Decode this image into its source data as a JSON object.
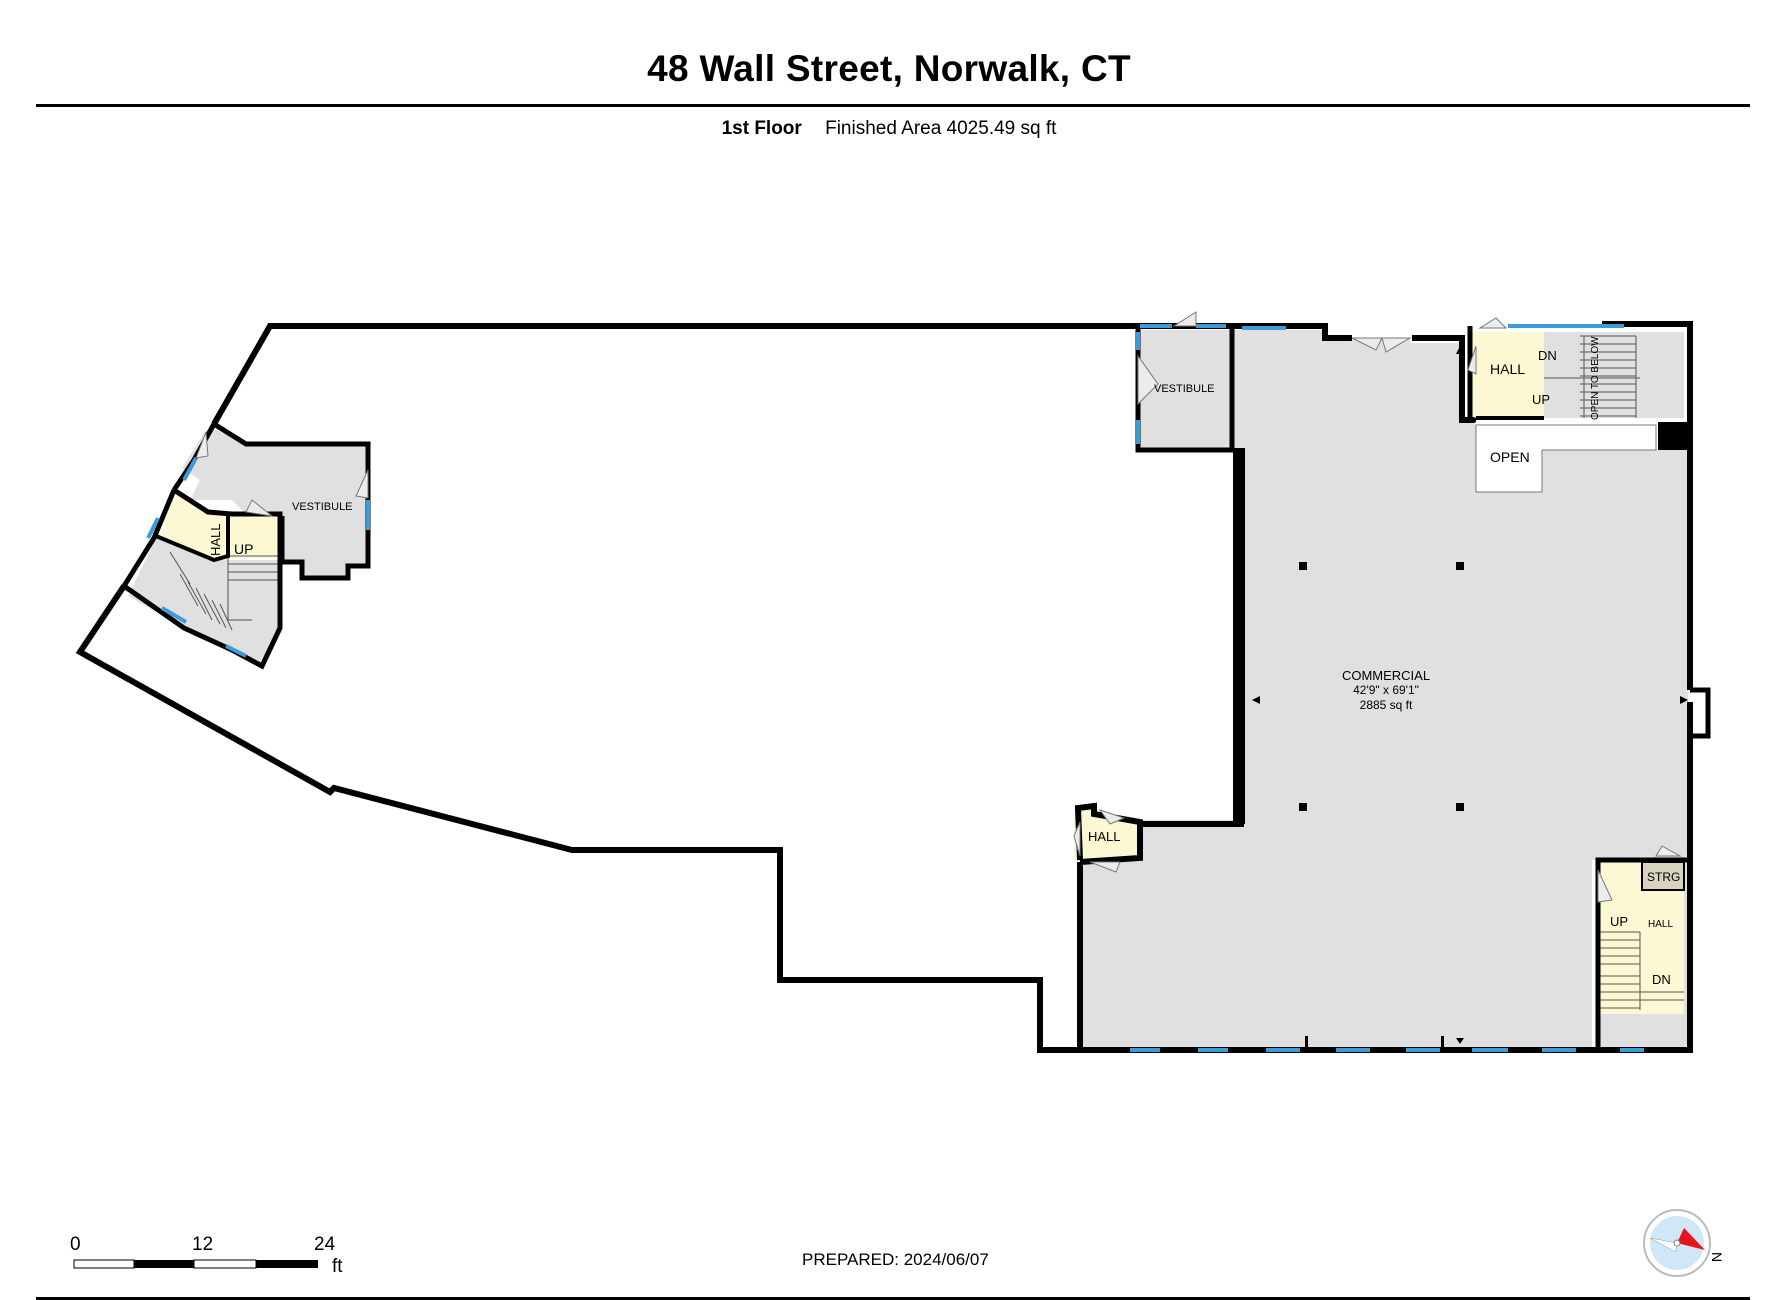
{
  "header": {
    "title": "48 Wall Street, Norwalk, CT",
    "floor_label": "1st Floor",
    "area_label": "Finished Area 4025.49 sq ft"
  },
  "rooms": {
    "vestibule_left": "VESTIBULE",
    "hall_left": "HALL",
    "up_left": "UP",
    "vestibule_top": "VESTIBULE",
    "hall_top": "HALL",
    "dn_top": "DN",
    "up_top": "UP",
    "open_to_below": "OPEN TO BELOW",
    "open": "OPEN",
    "commercial_name": "COMMERCIAL",
    "commercial_dims": "42'9\" x 69'1\"",
    "commercial_area": "2885 sq ft",
    "hall_mid": "HALL",
    "strg": "STRG",
    "up_right": "UP",
    "hall_right": "HALL",
    "dn_right": "DN"
  },
  "scale": {
    "ticks": [
      "0",
      "12",
      "24"
    ],
    "unit": "ft"
  },
  "footer": {
    "prepared": "PREPARED: 2024/06/07"
  },
  "compass": {
    "label": "N"
  },
  "colors": {
    "room_fill": "#e0e0e0",
    "hall_fill": "#fdf8d4",
    "window": "#3d9bd6",
    "wall": "#000000",
    "compass_ring": "#cfe7f7",
    "compass_needle": "#e8141c"
  }
}
